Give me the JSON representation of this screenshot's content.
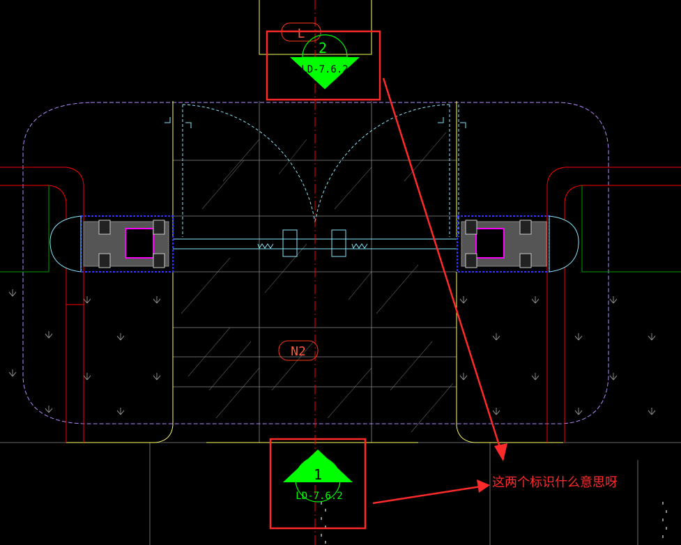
{
  "drawing": {
    "tags": {
      "top_ref_tag": "L",
      "room_tag": "N2"
    },
    "section_markers": {
      "top": {
        "number": "2",
        "sheet_ref": "LD-7.6.2"
      },
      "bottom": {
        "number": "1",
        "sheet_ref": "LD-7.6.2"
      }
    },
    "annotation": {
      "text": "这两个标识什么意思呀"
    },
    "colors": {
      "background": "#000000",
      "marker_fill": "#00ff00",
      "annotation_red": "#ff2a2a",
      "cad_red": "#ff0000",
      "cad_yellow": "#ffff66",
      "cad_cyan": "#88e8ff",
      "cad_magenta": "#ff00ff",
      "cad_purple": "#b48cff",
      "cad_blue": "#3333ff",
      "cad_grey": "#8a8a8a",
      "cad_white": "#c8c8c8",
      "cad_green": "#00a000"
    }
  }
}
